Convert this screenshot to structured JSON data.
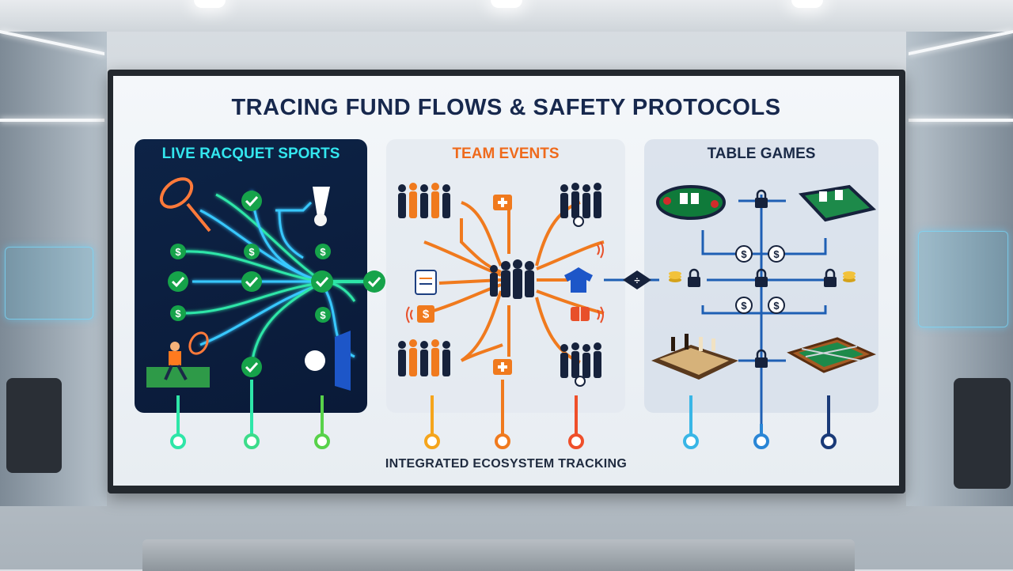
{
  "title": "TRACING FUND FLOWS & SAFETY PROTOCOLS",
  "sections": [
    {
      "label": "LIVE RACQUET SPORTS",
      "color": "#33e6ee"
    },
    {
      "label": "TEAM EVENTS",
      "color": "#ef6a1c"
    },
    {
      "label": "TABLE GAMES",
      "color": "#1a2a47"
    }
  ],
  "footer": "INTEGRATED ECOSYSTEM TRACKING",
  "icons": {
    "dollar": "$",
    "lock": "lock-icon",
    "check": "check-icon"
  },
  "colors": {
    "racquet_line": "#2ee6a8",
    "racquet_glow": "#37c8ff",
    "team_line": "#f07a1e",
    "table_line": "#1e5fb4",
    "title": "#17284d"
  }
}
